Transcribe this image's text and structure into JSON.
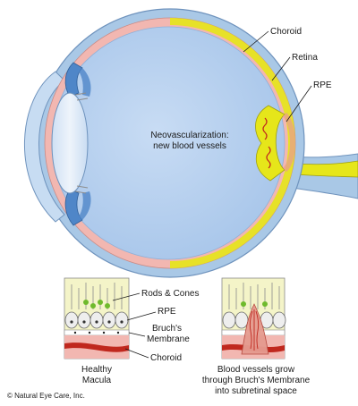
{
  "eye": {
    "center_label_line1": "Neovascularization:",
    "center_label_line2": "new blood vessels",
    "label_choroid": "Choroid",
    "label_retina": "Retina",
    "label_rpe": "RPE"
  },
  "inset": {
    "label_rods_cones": "Rods & Cones",
    "label_rpe": "RPE",
    "label_bruchs_line1": "Bruch's",
    "label_bruchs_line2": "Membrane",
    "label_choroid": "Choroid",
    "caption_healthy_line1": "Healthy",
    "caption_healthy_line2": "Macula",
    "caption_wet_line1": "Blood vessels grow",
    "caption_wet_line2": "through Bruch's Membrane",
    "caption_wet_line3": "into subretinal space"
  },
  "copyright": "© Natural Eye Care, Inc.",
  "colors": {
    "sclera": "#a9c8e6",
    "vitreous": "#b9d3f0",
    "choroid": "#f2b7b1",
    "retina_yellow": "#e6e61a",
    "iris_blue": "#4f86c8",
    "vessel_red": "#c0281e"
  }
}
